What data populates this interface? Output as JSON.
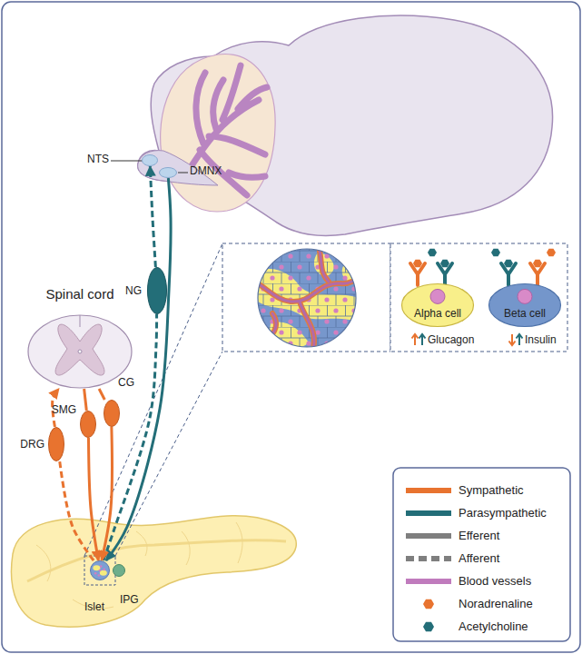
{
  "diagram": {
    "nodes": [
      {
        "text": [
          "NTS"
        ]
      },
      {
        "text": [
          "DMNX"
        ]
      },
      {
        "text": [
          "NG"
        ]
      },
      {
        "text": [
          "Spinal cord"
        ]
      },
      {
        "text": [
          "SMG"
        ]
      },
      {
        "text": [
          "CG"
        ]
      },
      {
        "text": [
          "DRG"
        ]
      },
      {
        "text": [
          "Islet"
        ]
      },
      {
        "text": [
          "IPG"
        ]
      },
      {
        "text": [
          "Alpha cell"
        ]
      },
      {
        "text": [
          "Beta cell"
        ]
      }
    ],
    "edges": [
      {
        "from": 1,
        "to": 7,
        "arrow": "to"
      },
      {
        "from": 7,
        "to": 2,
        "arrow": "none"
      },
      {
        "from": 2,
        "to": 0,
        "arrow": "to"
      },
      {
        "from": 3,
        "to": 4,
        "arrow": "none"
      },
      {
        "from": 3,
        "to": 5,
        "arrow": "none"
      },
      {
        "from": 4,
        "to": 7,
        "arrow": "to"
      },
      {
        "from": 5,
        "to": 7,
        "arrow": "to"
      },
      {
        "from": 7,
        "to": 6,
        "arrow": "none"
      },
      {
        "from": 6,
        "to": 3,
        "arrow": "to"
      }
    ],
    "labels": [
      "Glucagon",
      "Insulin"
    ],
    "legend": [
      {
        "text": "Sympathetic",
        "color": "#e8732f"
      },
      {
        "text": "Parasympathetic",
        "color": "#236e78"
      },
      {
        "text": "Efferent",
        "color": "#7f7f7f"
      },
      {
        "text": "Afferent"
      },
      {
        "text": "Blood vessels",
        "color": "#c07bbd"
      },
      {
        "text": "Noradrenaline"
      },
      {
        "text": "Acetylcholine"
      }
    ]
  }
}
